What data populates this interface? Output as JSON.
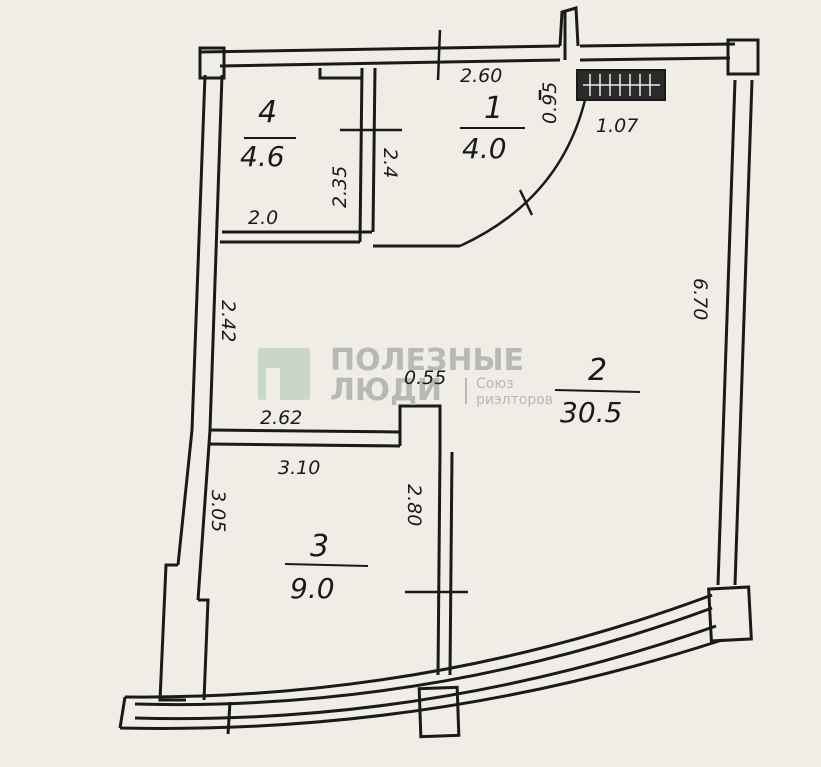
{
  "rooms": [
    {
      "number": "1",
      "area": "4.0"
    },
    {
      "number": "2",
      "area": "30.5"
    },
    {
      "number": "3",
      "area": "9.0"
    },
    {
      "number": "4",
      "area": "4.6"
    }
  ],
  "dimensions": {
    "top_corridor_width": "2.60",
    "door_095": "0.95",
    "radiator_width": "1.07",
    "room4_height": "2.35",
    "room4_width": "2.0",
    "room4_side": "2.4",
    "left_wall_upper": "2.42",
    "mid_width": "2.62",
    "niche": "0.55",
    "room3_width": "3.10",
    "room3_height": "3.05",
    "room3_right": "2.80",
    "right_wall": "6.70"
  },
  "watermark": {
    "line1": "ПОЛЕЗНЫЕ",
    "line2": "ЛЮДИ",
    "sub1": "Союз",
    "sub2": "риэлторов",
    "color": "#b7b9b3",
    "logo_color": "#c9d8c6"
  }
}
